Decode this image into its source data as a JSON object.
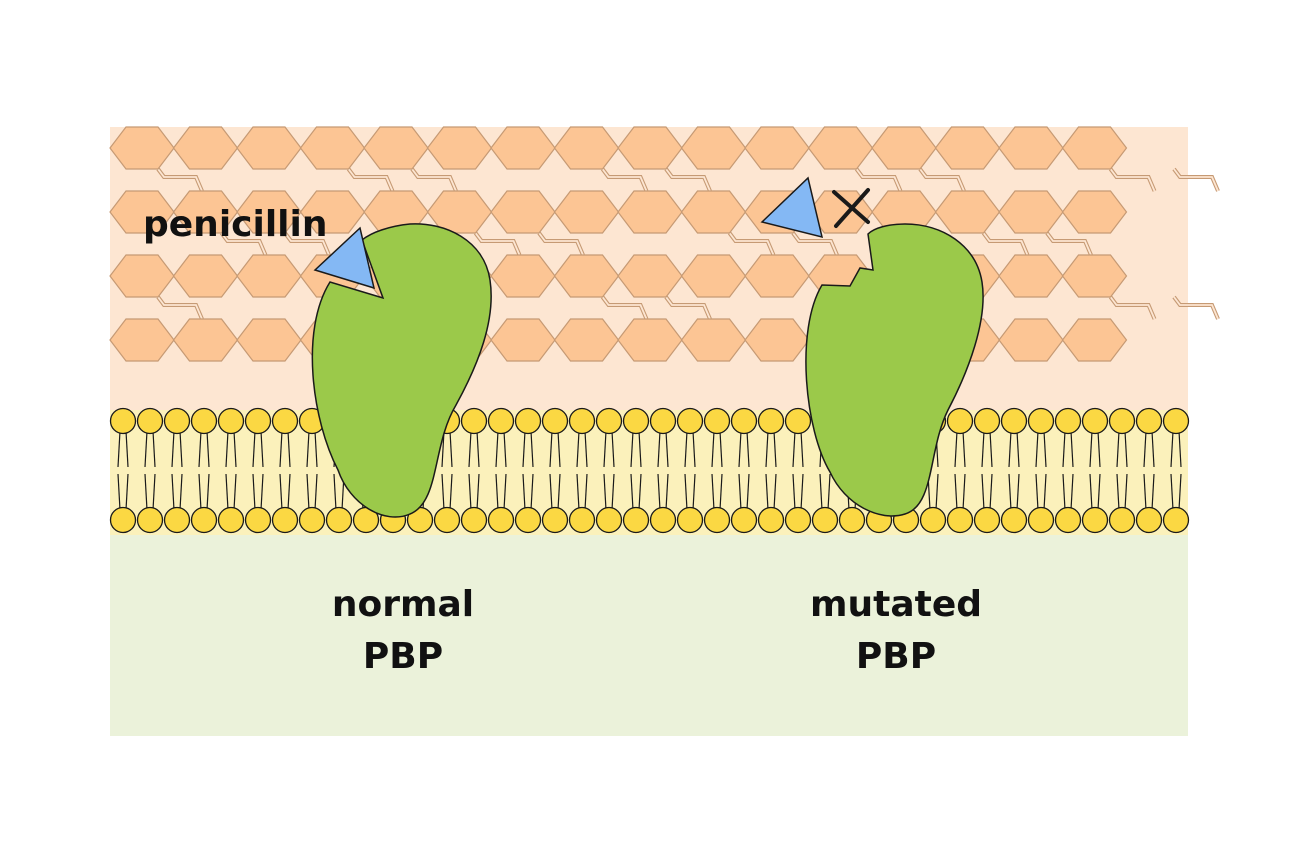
{
  "labels": {
    "penicillin": "penicillin",
    "normal_line1": "normal",
    "normal_line2": "PBP",
    "mutated_line1": "mutated",
    "mutated_line2": "PBP"
  },
  "colors": {
    "cell_wall_bg": "#fde6d2",
    "hexagon_fill": "#fcc594",
    "hexagon_stroke": "#c69a74",
    "cytoplasm_bg": "#ebf2da",
    "membrane_core": "#fbf1bb",
    "lipid_head": "#fbd843",
    "pbp_green": "#9bc94a",
    "penicillin_blue": "#84b8f4",
    "outline": "#1a1a1a"
  },
  "icons": {
    "blocked_marker": "x-cross-icon",
    "penicillin_shape": "triangle-icon"
  }
}
